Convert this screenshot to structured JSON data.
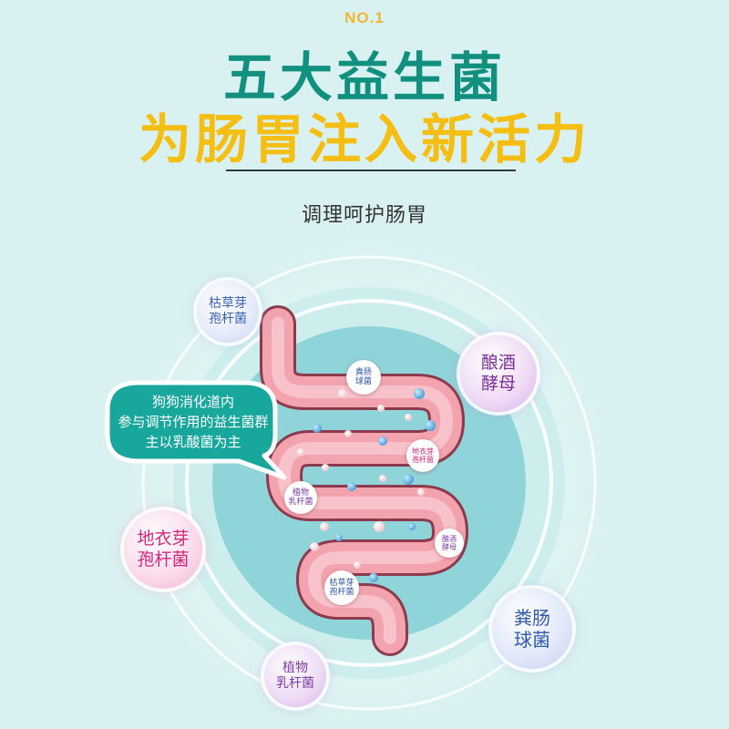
{
  "header": {
    "badge": "NO.1",
    "title_line1": "五大益生菌",
    "title_line2": "为肠胃注入新活力",
    "subtitle": "调理呵护肠胃"
  },
  "callout": {
    "line1": "狗狗消化道内",
    "line2": "参与调节作用的益生菌群",
    "line3": "主以乳酸菌为主"
  },
  "bacteria": {
    "kucao": {
      "line1": "枯草芽",
      "line2": "孢杆菌"
    },
    "niangjiu": {
      "line1": "酿酒",
      "line2": "酵母"
    },
    "diyi": {
      "line1": "地衣芽",
      "line2": "孢杆菌"
    },
    "fenchang": {
      "line1": "粪肠",
      "line2": "球菌"
    },
    "zhiwu": {
      "line1": "植物",
      "line2": "乳杆菌"
    }
  },
  "intestine_labels": {
    "fenchang": {
      "line1": "粪肠",
      "line2": "球菌"
    },
    "diyi": {
      "line1": "地衣芽",
      "line2": "孢杆菌"
    },
    "zhiwu": {
      "line1": "植物",
      "line2": "乳杆菌"
    },
    "niangjiu": {
      "line1": "酿酒",
      "line2": "酵母"
    },
    "kucao": {
      "line1": "枯草芽",
      "line2": "孢杆菌"
    }
  },
  "colors": {
    "background": "#d9f1f0",
    "title_green": "#12907f",
    "title_yellow": "#f5be12",
    "callout_teal": "#18a79c",
    "intestine_pink": "#f2a3ad"
  }
}
